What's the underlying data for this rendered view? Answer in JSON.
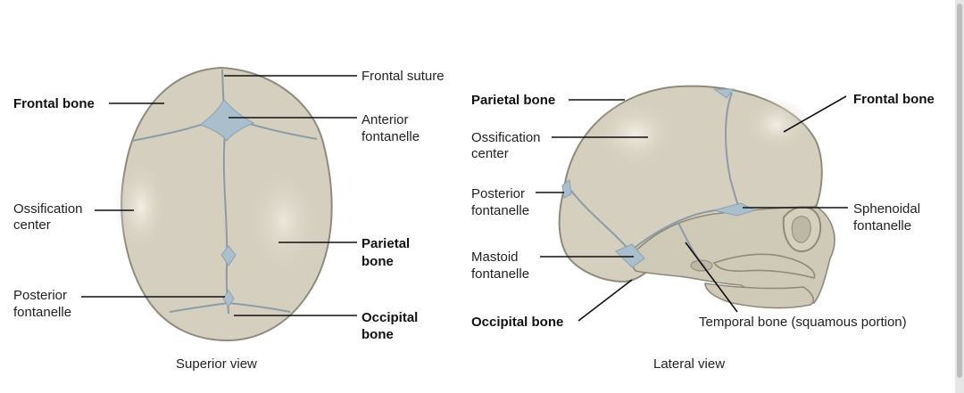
{
  "superior": {
    "caption": "Superior view",
    "labels": {
      "frontal_suture": "Frontal suture",
      "frontal_bone": "Frontal bone",
      "anterior_fontanelle_1": "Anterior",
      "anterior_fontanelle_2": "fontanelle",
      "ossification_1": "Ossification",
      "ossification_2": "center",
      "parietal_1": "Parietal",
      "parietal_2": "bone",
      "posterior_1": "Posterior",
      "posterior_2": "fontanelle",
      "occipital_1": "Occipital",
      "occipital_2": "bone"
    }
  },
  "lateral": {
    "caption": "Lateral view",
    "labels": {
      "parietal_bone": "Parietal bone",
      "frontal_bone": "Frontal bone",
      "ossification_1": "Ossification",
      "ossification_2": "center",
      "posterior_1": "Posterior",
      "posterior_2": "fontanelle",
      "sphenoidal_1": "Sphenoidal",
      "sphenoidal_2": "fontanelle",
      "mastoid_1": "Mastoid",
      "mastoid_2": "fontanelle",
      "occipital_bone": "Occipital bone",
      "temporal_bone": "Temporal bone (squamous portion)"
    }
  },
  "colors": {
    "bone": "#d4cfbe",
    "fontanelle": "#a9bfcb",
    "leader": "#111111"
  }
}
